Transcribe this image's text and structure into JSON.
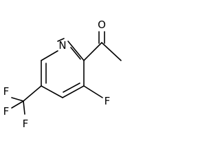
{
  "molecule": {
    "atoms": {
      "ring_nitrogen": "N",
      "carbonyl_oxygen": "O",
      "ring_fluorine": "F",
      "cf3_fluorine_top": "F",
      "cf3_fluorine_left": "F",
      "cf3_fluorine_bottom": "F"
    }
  }
}
